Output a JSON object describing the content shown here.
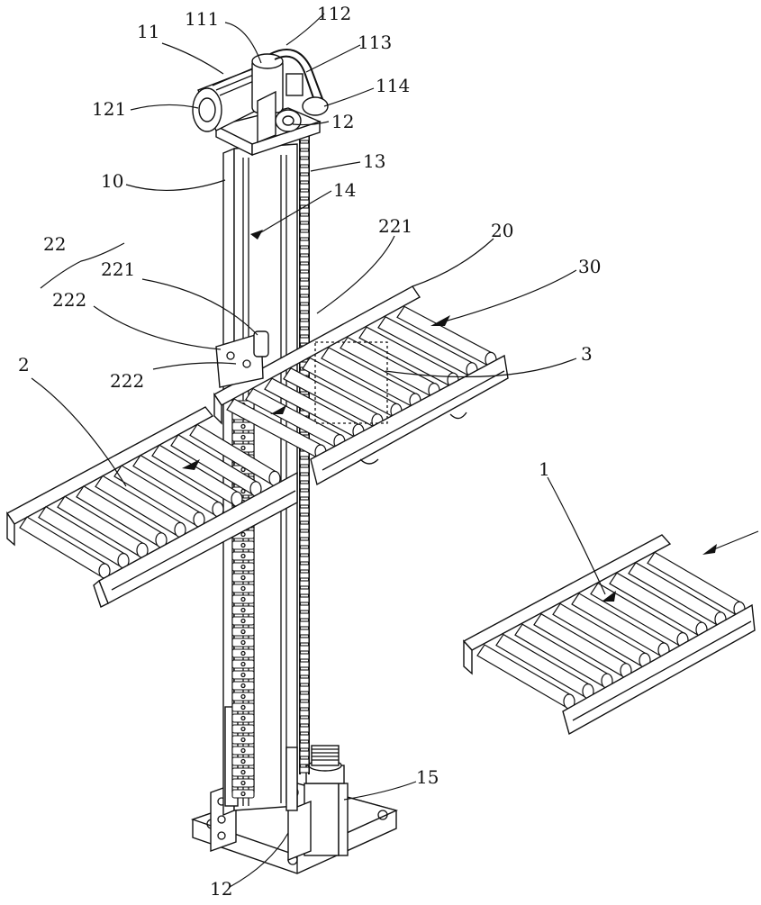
{
  "figure": {
    "labels": {
      "l11": "11",
      "l111": "111",
      "l112": "112",
      "l113": "113",
      "l114": "114",
      "l121": "121",
      "l12_top": "12",
      "l13": "13",
      "l14": "14",
      "l10": "10",
      "l22": "22",
      "l221_left": "221",
      "l221_right": "221",
      "l20": "20",
      "l30": "30",
      "l222_upper": "222",
      "l222_lower": "222",
      "l3": "3",
      "l2": "2",
      "l1": "1",
      "l15": "15",
      "l12_bottom": "12"
    }
  }
}
